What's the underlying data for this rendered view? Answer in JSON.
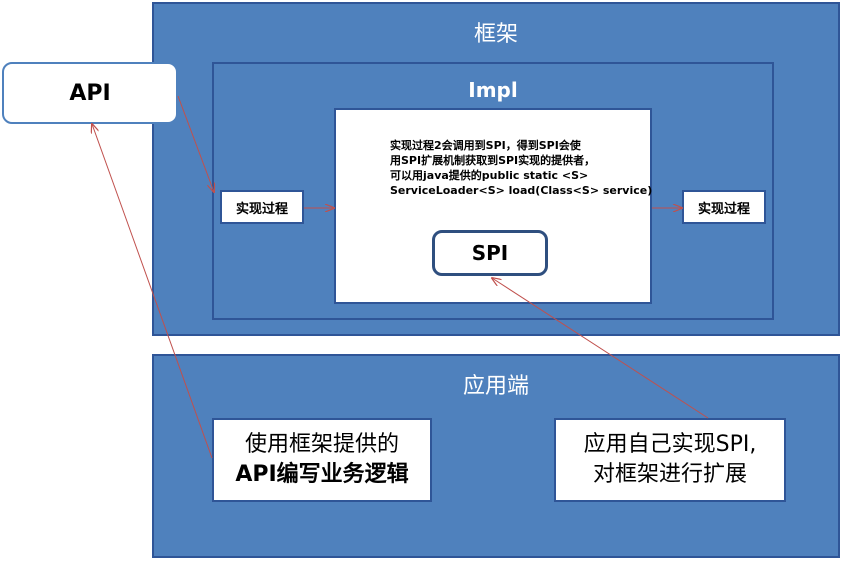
{
  "framework": {
    "title": "框架",
    "impl": {
      "title": "Impl",
      "process_left": "实现过程",
      "process_right": "实现过程",
      "description": [
        "实现过程2会调用到SPI，得到SPI会使",
        "用SPI扩展机制获取到SPI实现的提供者，",
        "可以用java提供的public static <S>",
        "ServiceLoader<S> load(Class<S>  service)"
      ],
      "spi": "SPI"
    }
  },
  "api": "API",
  "application": {
    "title": "应用端",
    "box_left": [
      "使用框架提供的",
      "API编写业务逻辑"
    ],
    "box_right": [
      "应用自己实现SPI,",
      "对框架进行扩展"
    ]
  },
  "colors": {
    "frame_fill": "#4f81bd",
    "frame_border": "#2f5597",
    "arrow": "#c0504d"
  }
}
